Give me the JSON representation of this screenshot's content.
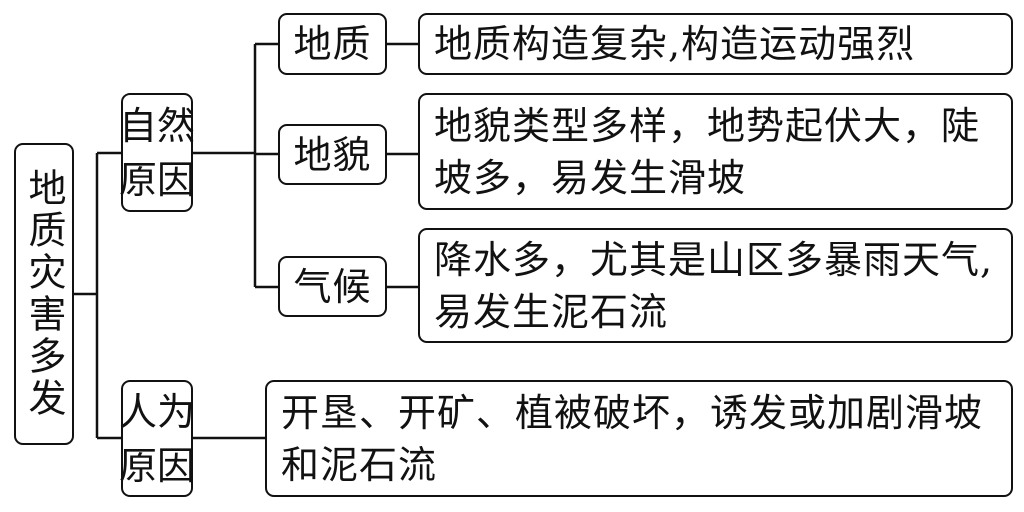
{
  "root": "地质灾害多发",
  "natural": {
    "label": "自然原因",
    "items": [
      {
        "label": "地质",
        "desc": "地质构造复杂,构造运动强烈"
      },
      {
        "label": "地貌",
        "desc": "地貌类型多样，地势起伏大，陡坡多，易发生滑坡"
      },
      {
        "label": "气候",
        "desc": "降水多，尤其是山区多暴雨天气,易发生泥石流"
      }
    ]
  },
  "human": {
    "label": "人为原因",
    "desc": "开垦、开矿、植被破坏，诱发或加剧滑坡和泥石流"
  }
}
